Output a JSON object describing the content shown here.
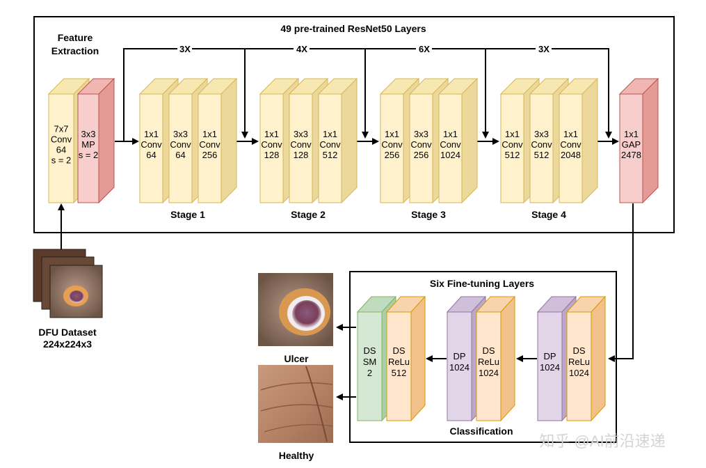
{
  "top_title": "49 pre-trained ResNet50 Layers",
  "feature_extraction": [
    "Feature",
    "Extraction"
  ],
  "repeats": [
    "3X",
    "4X",
    "6X",
    "3X"
  ],
  "stem_blocks": [
    {
      "lines": [
        "7x7",
        "Conv",
        "64",
        "s = 2"
      ],
      "color": "yellow"
    },
    {
      "lines": [
        "3x3",
        "MP",
        "s = 2"
      ],
      "color": "red"
    }
  ],
  "stages": [
    {
      "label": "Stage 1",
      "blocks": [
        [
          "1x1",
          "Conv",
          "64"
        ],
        [
          "3x3",
          "Conv",
          "64"
        ],
        [
          "1x1",
          "Conv",
          "256"
        ]
      ]
    },
    {
      "label": "Stage 2",
      "blocks": [
        [
          "1x1",
          "Conv",
          "128"
        ],
        [
          "3x3",
          "Conv",
          "128"
        ],
        [
          "1x1",
          "Conv",
          "512"
        ]
      ]
    },
    {
      "label": "Stage 3",
      "blocks": [
        [
          "1x1",
          "Conv",
          "256"
        ],
        [
          "3x3",
          "Conv",
          "256"
        ],
        [
          "1x1",
          "Conv",
          "1024"
        ]
      ]
    },
    {
      "label": "Stage 4",
      "blocks": [
        [
          "1x1",
          "Conv",
          "512"
        ],
        [
          "3x3",
          "Conv",
          "512"
        ],
        [
          "1x1",
          "Conv",
          "2048"
        ]
      ]
    }
  ],
  "gap_block": [
    "1x1",
    "GAP",
    "2478"
  ],
  "dataset": [
    "DFU Dataset",
    "224x224x3"
  ],
  "finetune_title": "Six Fine-tuning Layers",
  "finetune_blocks": [
    {
      "lines": [
        "DS",
        "SM",
        "2"
      ],
      "color": "green"
    },
    {
      "lines": [
        "DS",
        "ReLu",
        "512"
      ],
      "color": "orange"
    },
    {
      "lines": [
        "DP",
        "1024"
      ],
      "color": "purple"
    },
    {
      "lines": [
        "DS",
        "ReLu",
        "1024"
      ],
      "color": "orange"
    },
    {
      "lines": [
        "DP",
        "1024"
      ],
      "color": "purple"
    },
    {
      "lines": [
        "DS",
        "ReLu",
        "1024"
      ],
      "color": "orange"
    }
  ],
  "classification_label": "Classification",
  "outputs": [
    "Ulcer",
    "Healthy"
  ],
  "watermark": "知乎 @AI前沿速递",
  "colors": {
    "yellow": {
      "front": "#fff2cc",
      "side": "#ecd89a",
      "top": "#f7e7b0",
      "stroke": "#d6b656"
    },
    "red": {
      "front": "#f8cecc",
      "side": "#e49b96",
      "top": "#f2b6b2",
      "stroke": "#b85450"
    },
    "green": {
      "front": "#d5e8d4",
      "side": "#a9cfa7",
      "top": "#c0dcbf",
      "stroke": "#82b366"
    },
    "orange": {
      "front": "#ffe6cc",
      "side": "#f2c08a",
      "top": "#f8d4ac",
      "stroke": "#d79b00"
    },
    "purple": {
      "front": "#e1d5e7",
      "side": "#bba7c8",
      "top": "#cfbfd9",
      "stroke": "#9673a6"
    }
  }
}
